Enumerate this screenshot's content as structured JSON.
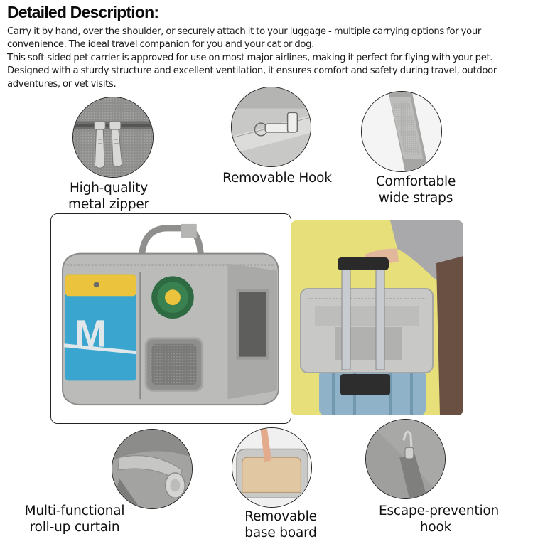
{
  "header": {
    "title": "Detailed Description:",
    "paragraphs": [
      "Carry it by hand, over the shoulder, or securely attach it to your luggage - multiple carrying options for your convenience. The ideal travel companion for you and your cat or dog.",
      "This soft-sided pet carrier is approved for use on most major airlines, making it perfect for flying with your pet. Designed with a sturdy structure and excellent ventilation, it ensures comfort and safety during travel, outdoor adventures, or vet visits."
    ]
  },
  "features": {
    "zipper": {
      "line1": "High-quality",
      "line2": "metal zipper",
      "icon": "metal-zipper-icon"
    },
    "hook": {
      "line1": "Removable Hook",
      "icon": "removable-hook-icon"
    },
    "straps": {
      "line1": "Comfortable",
      "line2": "wide straps",
      "icon": "wide-strap-icon"
    },
    "curtain": {
      "line1": "Multi-functional",
      "line2": "roll-up curtain",
      "icon": "roll-up-curtain-icon"
    },
    "base": {
      "line1": "Removable",
      "line2": "base board",
      "icon": "base-board-icon"
    },
    "escape": {
      "line1": "Escape-prevention",
      "line2": "hook",
      "icon": "escape-hook-icon"
    }
  },
  "product": {
    "logo_letter": "M"
  },
  "colors": {
    "bag_gray": "#b9b9b7",
    "panel_yellow": "#ecc33c",
    "panel_blue": "#3aa6cf",
    "bowl_green": "#2f6b42",
    "backdrop_yellow": "#e7e07a",
    "suitcase_blue": "#8fb2c8"
  }
}
